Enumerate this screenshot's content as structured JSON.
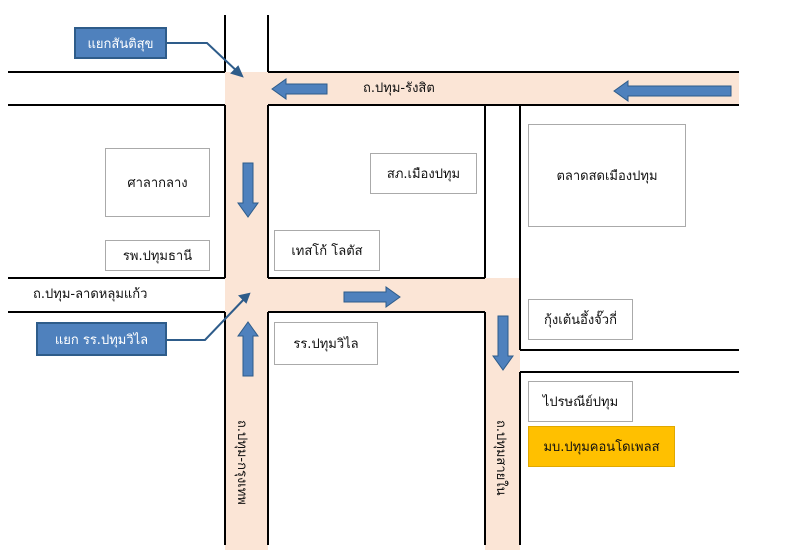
{
  "roads": {
    "north": "ถ.ปทุม-รังสิต",
    "west": "ถ.ปทุม-ลาดหลุมแก้ว",
    "south_bangkok": "ถ.ปทุม-กรุงเทพ",
    "south_inner": "ถ.ปทุมสายใน"
  },
  "callouts": {
    "santisuk": "แยกสันติสุข",
    "pathum_wilai": "แยก รร.ปทุมวิไล"
  },
  "places": {
    "town_hall": "ศาลากลาง",
    "hospital": "รพ.ปทุมธานี",
    "police": "สภ.เมืองปทุม",
    "tesco": "เทสโก้ โลตัส",
    "market": "ตลาดสดเมืองปทุม",
    "school": "รร.ปทุมวิไล",
    "restaurant": "กุ้งเต้นอึ้งจั๊วกี่",
    "post_office": "ไปรษณีย์ปทุม",
    "condo": "มบ.ปทุมคอนโดเพลส"
  },
  "colors": {
    "road_fill": "#fbe5d6",
    "arrow_fill": "#4f81bd",
    "arrow_stroke": "#2e5c8a",
    "callout_fill": "#4f81bd",
    "highlight_fill": "#ffc000"
  }
}
